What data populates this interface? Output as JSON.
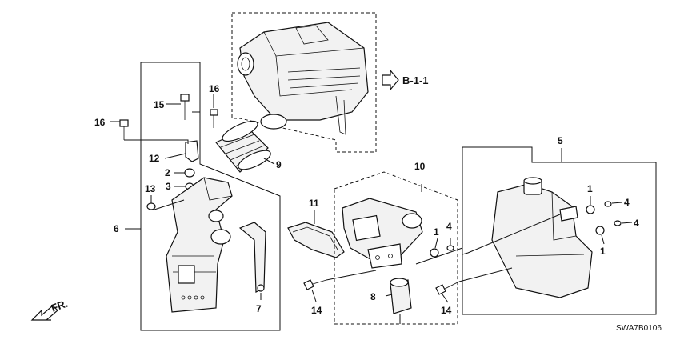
{
  "diagram": {
    "callouts": {
      "c1a": "1",
      "c1b": "1",
      "c1c": "1",
      "c2": "2",
      "c3": "3",
      "c4a": "4",
      "c4b": "4",
      "c4c": "4",
      "c5": "5",
      "c6": "6",
      "c7": "7",
      "c8": "8",
      "c9": "9",
      "c10": "10",
      "c11": "11",
      "c12": "12",
      "c13": "13",
      "c14a": "14",
      "c14b": "14",
      "c15": "15",
      "c16a": "16",
      "c16b": "16"
    },
    "reference": "B-1-1",
    "direction_label": "FR.",
    "diagram_code": "SWA7B0106"
  }
}
